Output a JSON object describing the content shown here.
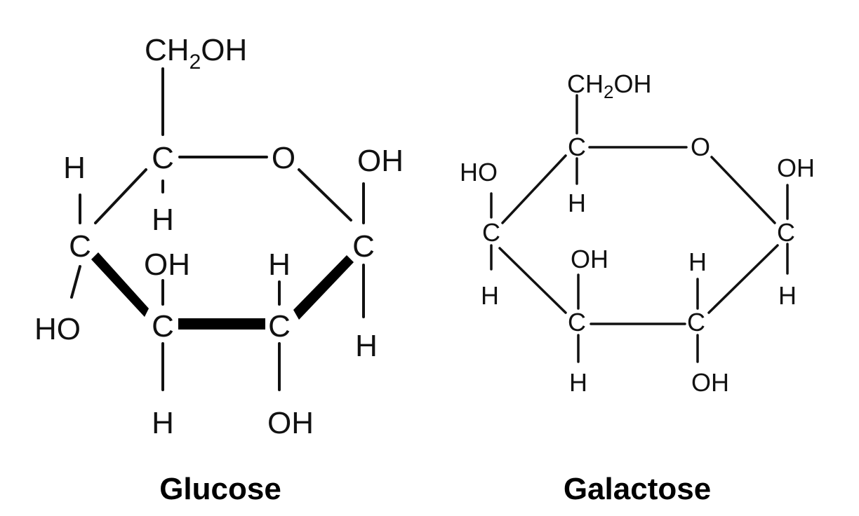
{
  "glucose": {
    "caption": "Glucose",
    "atoms": {
      "ch2_main": "CH",
      "ch2_sub": "2",
      "ch2_tail": "OH",
      "c5": "C",
      "ring_o": "O",
      "c1": "C",
      "c4": "C",
      "c3": "C",
      "c2": "C",
      "h_c5_left": "H",
      "h_c5_down": "H",
      "oh_c1_up": "OH",
      "h_c1_down": "H",
      "ho_c4": "HO",
      "oh_c3_up": "OH",
      "h_c3_down": "H",
      "h_c2_up": "H",
      "oh_c2_down": "OH"
    }
  },
  "galactose": {
    "caption": "Galactose",
    "atoms": {
      "ch2_main": "CH",
      "ch2_sub": "2",
      "ch2_tail": "OH",
      "c5": "C",
      "ring_o": "O",
      "c1": "C",
      "c4": "C",
      "c3": "C",
      "c2": "C",
      "h_c5_down": "H",
      "oh_c1_up": "OH",
      "h_c1_down": "H",
      "ho_c4_up": "HO",
      "h_c4_down": "H",
      "oh_c3_up": "OH",
      "h_c3_down": "H",
      "h_c2_up": "H",
      "oh_c2_down": "OH"
    }
  }
}
